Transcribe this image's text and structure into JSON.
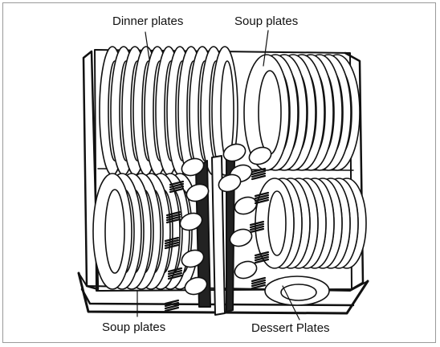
{
  "labels": {
    "dinner_plates": "Dinner plates",
    "soup_plates_top": "Soup plates",
    "soup_plates_bottom": "Soup plates",
    "dessert_plates": "Dessert Plates"
  }
}
